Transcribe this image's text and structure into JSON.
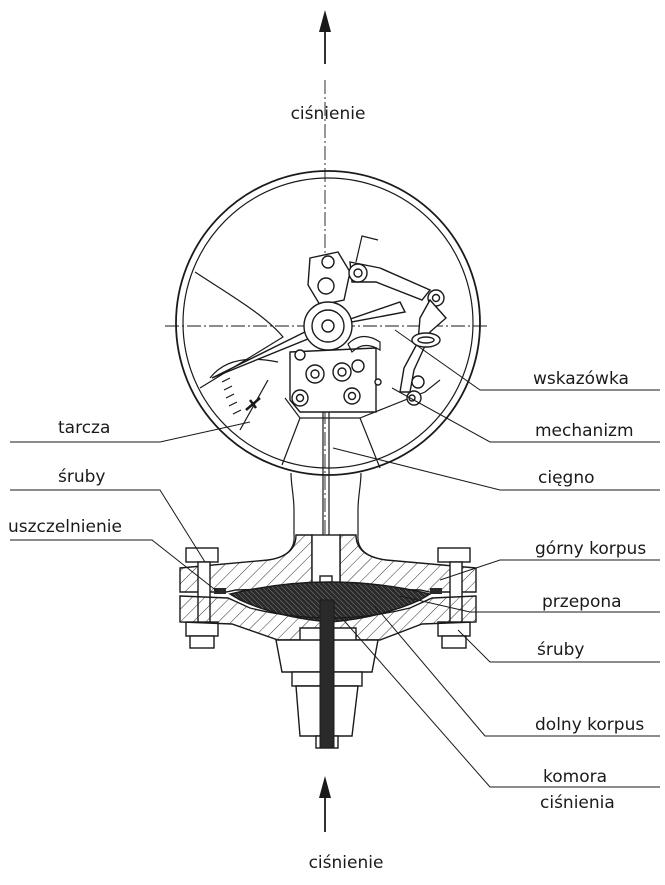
{
  "labels": {
    "top_pressure": "ciśnienie",
    "bottom_pressure": "ciśnienie",
    "wskazowka": "wskazówka",
    "mechanizm": "mechanizm",
    "ciegno": "cięgno",
    "tarcza": "tarcza",
    "sruby_left": "śruby",
    "uszczelnienie": "uszczelnienie",
    "gorny_korpus": "górny korpus",
    "przepona": "przepona",
    "sruby_right": "śruby",
    "dolny_korpus": "dolny korpus",
    "komora_line1": "komora",
    "komora_line2": "ciśnienia"
  },
  "colors": {
    "ink": "#1a1a1a",
    "background": "#ffffff",
    "diaphragm": "#2a2a2a"
  }
}
